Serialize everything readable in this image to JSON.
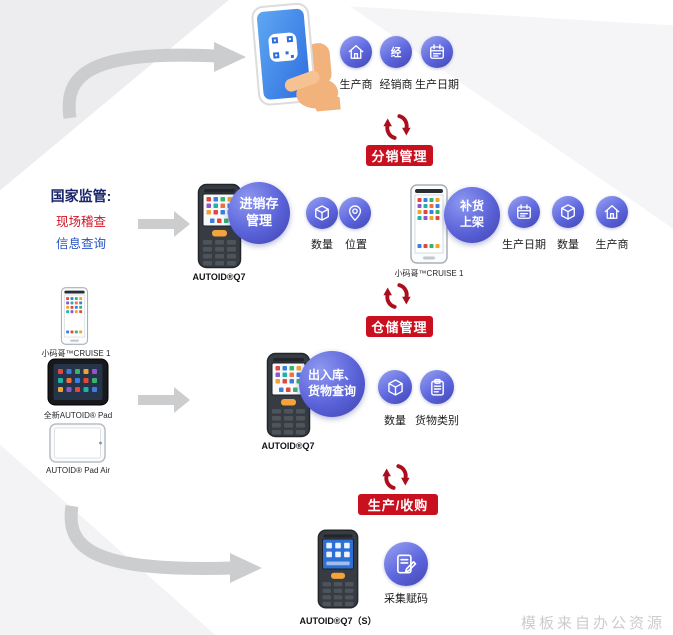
{
  "top": {
    "icons": [
      {
        "label": "生产商"
      },
      {
        "label": "经销商",
        "glyph": "经"
      },
      {
        "label": "生产日期"
      }
    ]
  },
  "stages": {
    "distribution": "分销管理",
    "warehouse": "仓储管理",
    "production": "生产/收购"
  },
  "regulator": {
    "title": "国家监管:",
    "line1": "现场稽查",
    "line2": "信息查询"
  },
  "left_devices": {
    "cruise": "小码哥™CRUISE 1",
    "pad": "全新AUTOID® Pad",
    "pad_air": "AUTOID® Pad Air"
  },
  "distribution_row": {
    "left": {
      "device": "AUTOID®Q7",
      "bubble": [
        "进销存",
        "管理"
      ],
      "icons": [
        {
          "label": "数量"
        },
        {
          "label": "位置"
        }
      ]
    },
    "right": {
      "device": "小码哥™CRUISE 1",
      "bubble": [
        "补货",
        "上架"
      ],
      "icons": [
        {
          "label": "生产日期"
        },
        {
          "label": "数量"
        },
        {
          "label": "生产商"
        }
      ]
    }
  },
  "warehouse_row": {
    "device": "AUTOID®Q7",
    "bubble": [
      "出入库、",
      "货物查询"
    ],
    "icons": [
      {
        "label": "数量"
      },
      {
        "label": "货物类别"
      }
    ]
  },
  "production_row": {
    "device": "AUTOID®Q7（S）",
    "icons": [
      {
        "label": "采集赋码"
      }
    ]
  },
  "watermark": "模板来自办公资源"
}
